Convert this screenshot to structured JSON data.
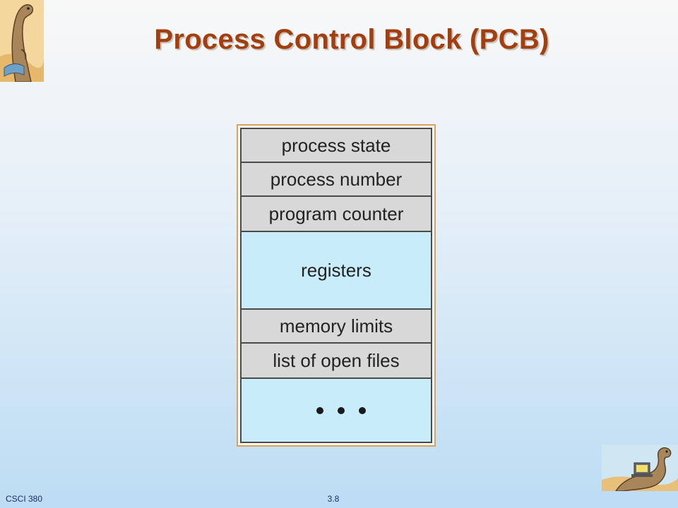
{
  "slide": {
    "title": "Process Control Block (PCB)"
  },
  "pcb": {
    "fields": [
      {
        "label": "process state",
        "fill": "gray"
      },
      {
        "label": "process number",
        "fill": "gray"
      },
      {
        "label": "program counter",
        "fill": "gray"
      },
      {
        "label": "registers",
        "fill": "blue"
      },
      {
        "label": "memory limits",
        "fill": "gray"
      },
      {
        "label": "list of open files",
        "fill": "gray"
      },
      {
        "label": "",
        "fill": "blue"
      }
    ]
  },
  "footer": {
    "course": "CSCI 380",
    "slide_number": "3.8"
  },
  "colors": {
    "title": "#a23f10",
    "field_gray": "#d8d8d8",
    "field_blue": "#c8ecfa",
    "frame": "#e0a05a"
  },
  "icons": {
    "top_left": "dinosaur-reading-icon",
    "bottom_right": "dinosaur-computer-icon"
  }
}
